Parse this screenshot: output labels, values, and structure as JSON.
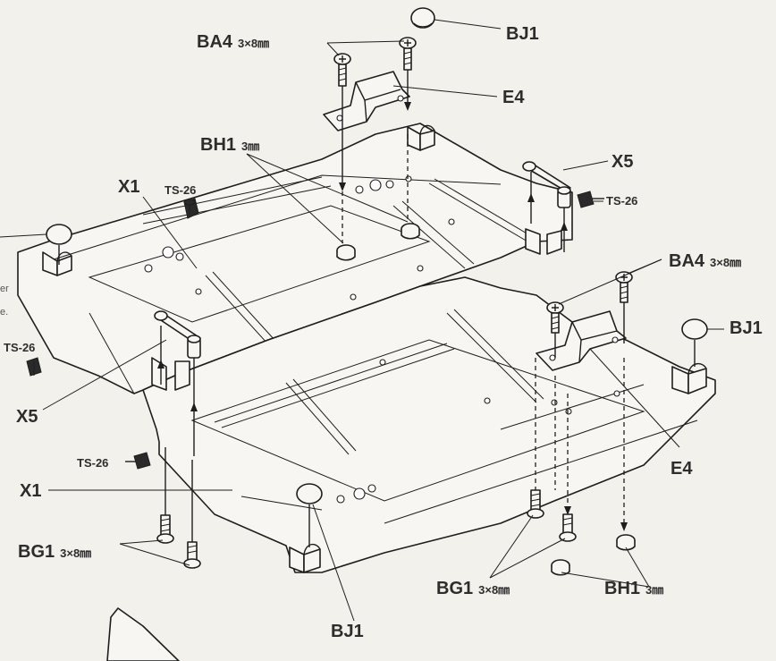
{
  "labels": {
    "ba4_top": {
      "code": "BA4",
      "size": "3×8㎜"
    },
    "ba4_right": {
      "code": "BA4",
      "size": "3×8㎜"
    },
    "bj1_top": "BJ1",
    "bj1_right": "BJ1",
    "bj1_bottom": "BJ1",
    "e4_top": "E4",
    "e4_right": "E4",
    "bh1_top": {
      "code": "BH1",
      "size": "3㎜"
    },
    "bh1_bottom": {
      "code": "BH1",
      "size": "3㎜"
    },
    "x1_top": "X1",
    "x1_bottom": "X1",
    "x5_top": "X5",
    "x5_left": "X5",
    "ts26_top": "TS-26",
    "ts26_right": "TS-26",
    "ts26_left": "TS-26",
    "ts26_bottom": "TS-26",
    "bg1_left": {
      "code": "BG1",
      "size": "3×8㎜"
    },
    "bg1_bottom": {
      "code": "BG1",
      "size": "3×8㎜"
    }
  },
  "margin_text": [
    "er",
    "e."
  ]
}
